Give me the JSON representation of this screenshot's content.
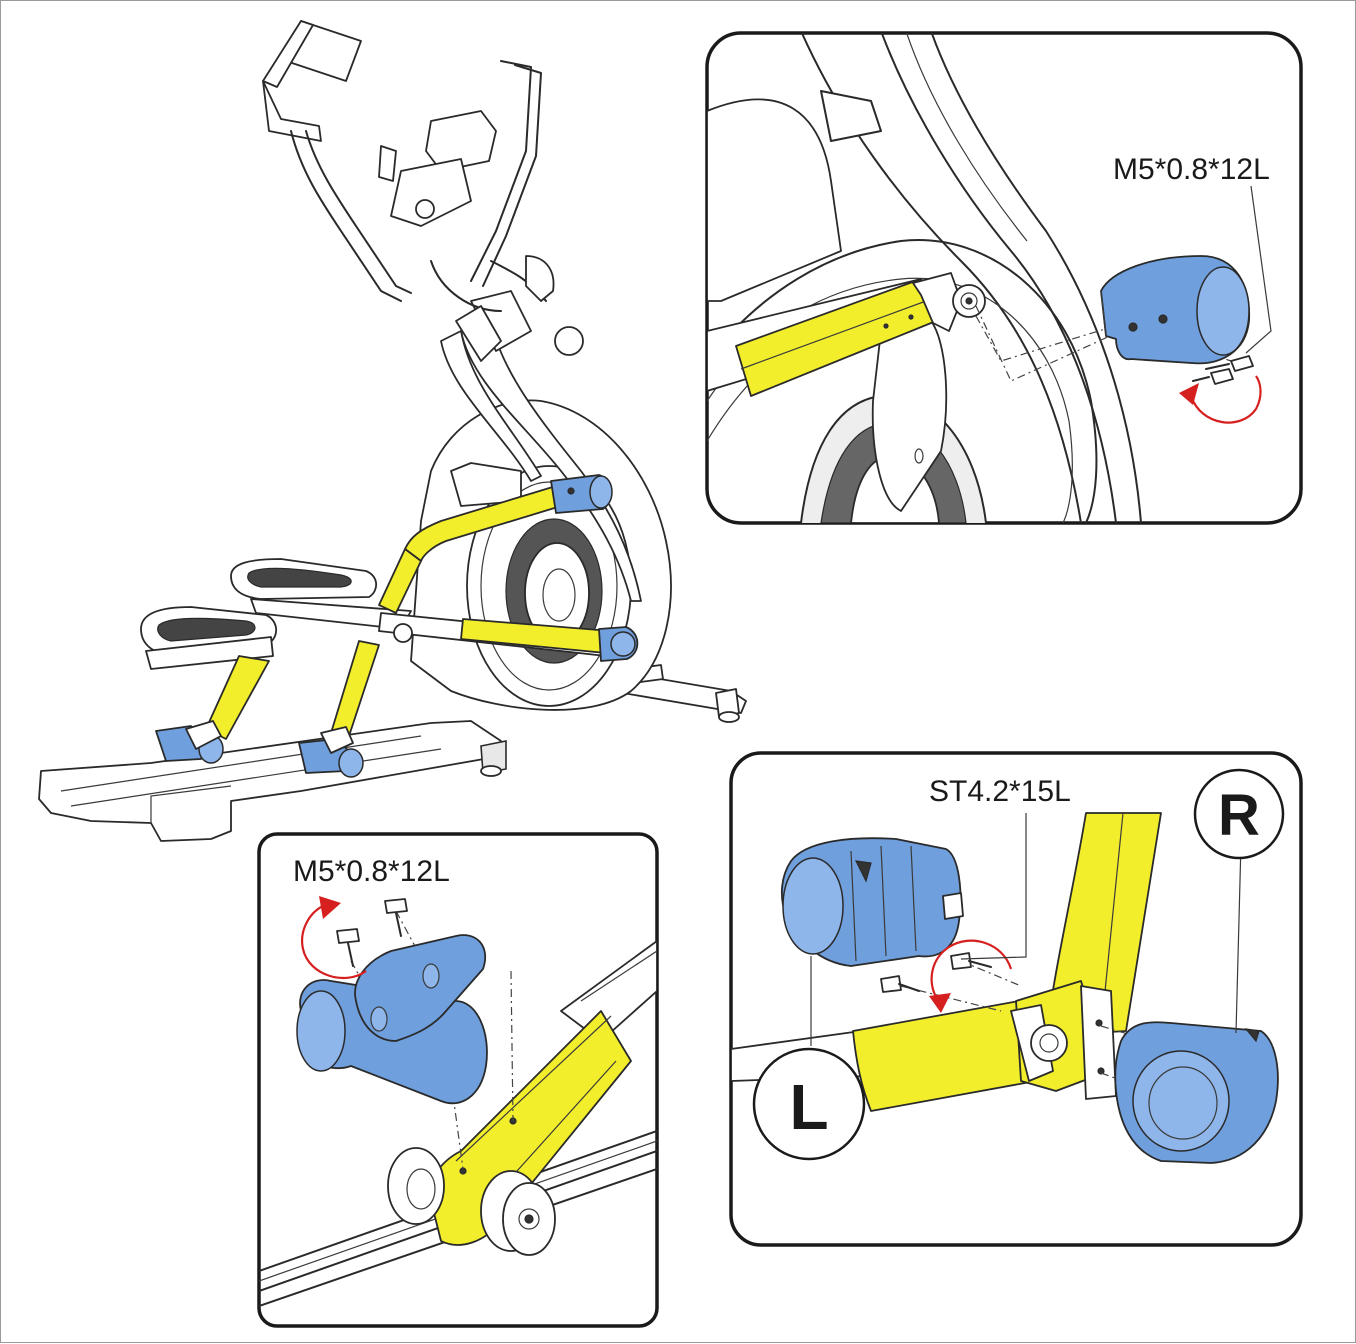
{
  "labels": {
    "top_right_bolt": "M5*0.8*12L",
    "bottom_left_bolt": "M5*0.8*12L",
    "bottom_right_screw": "ST4.2*15L",
    "right_side": "R",
    "left_side": "L"
  },
  "colors": {
    "highlight_tube": "#f2ee2c",
    "cover_part": "#6f9fdc",
    "rotation_arrow": "#d62020"
  }
}
